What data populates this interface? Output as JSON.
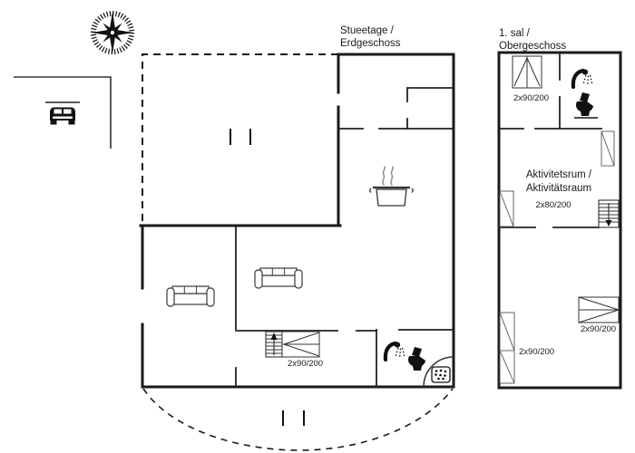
{
  "colors": {
    "background": "#ffffff",
    "wall": "#1a1a1a",
    "interior_wall": "#222222",
    "furniture": "#3a3a3a",
    "steam": "#888888"
  },
  "ground_floor": {
    "title_line1": "Stueetage /",
    "title_line2": "Erdgeschoss",
    "bed_label": "2x90/200"
  },
  "first_floor": {
    "title_line1": "1. sal /",
    "title_line2": "Obergeschoss",
    "activity_room_line1": "Aktivitetsrum /",
    "activity_room_line2": "Aktivitätsraum",
    "activity_room_bed_label": "2x80/200",
    "bed_northwest_label": "2x90/200",
    "bed_southwest_label": "2x90/200",
    "bed_southeast_label": "2x90/200"
  },
  "icons": {
    "compass": "compass-rose",
    "car": "car-front-silhouette",
    "sofa": "three-seat-sofa-outline",
    "cooking_pot": "pot-with-steam",
    "shower": "shower-head-with-spray",
    "toilet": "toilet-silhouette",
    "whirlpool": "corner-spa-with-bubbles",
    "stairs_ground": "stairs-arrow-up",
    "stairs_first": "stairs-arrow-down",
    "opening_marks": "double-tick-opening"
  }
}
